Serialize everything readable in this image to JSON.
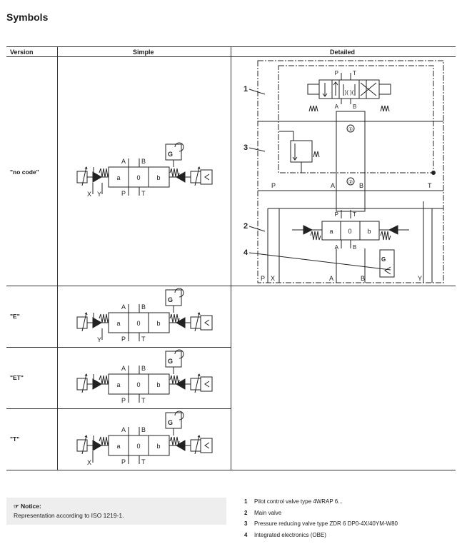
{
  "title": "Symbols",
  "columns": {
    "version": "Version",
    "simple": "Simple",
    "detailed": "Detailed"
  },
  "rows": [
    {
      "version": "\"no code\"",
      "bottom_labels": [
        "X",
        "Y",
        "P",
        "T"
      ]
    },
    {
      "version": "\"E\"",
      "bottom_labels": [
        "Y",
        "P",
        "T"
      ]
    },
    {
      "version": "\"ET\"",
      "bottom_labels": [
        "P",
        "T"
      ]
    },
    {
      "version": "\"T\"",
      "bottom_labels": [
        "X",
        "P",
        "T"
      ]
    }
  ],
  "symbol": {
    "ports_top": [
      "A",
      "B"
    ],
    "positions": [
      "a",
      "0",
      "b"
    ],
    "obe_letter": "G"
  },
  "detailed": {
    "callouts": [
      "1",
      "3",
      "2",
      "4"
    ],
    "pilot": {
      "top": [
        "P",
        "T"
      ],
      "bottom": [
        "A",
        "B"
      ]
    },
    "circle_labels": [
      "①",
      "②"
    ],
    "mid_ports": [
      "P",
      "A",
      "B",
      "T"
    ],
    "main": {
      "top": [
        "P",
        "T"
      ],
      "bottom": [
        "A",
        "B"
      ],
      "positions": [
        "a",
        "0",
        "b"
      ]
    },
    "obe_letter": "G",
    "bottom_ports": [
      "P",
      "X",
      "A",
      "B",
      "Y"
    ]
  },
  "notice": {
    "title": "Notice:",
    "text": "Representation according to ISO 1219-1."
  },
  "legend": [
    {
      "num": "1",
      "text": "Pilot control valve type 4WRAP 6..."
    },
    {
      "num": "2",
      "text": "Main valve"
    },
    {
      "num": "3",
      "text": "Pressure reducing valve type ZDR 6 DP0-4X/40YM-W80"
    },
    {
      "num": "4",
      "text": "Integrated electronics (OBE)"
    }
  ]
}
